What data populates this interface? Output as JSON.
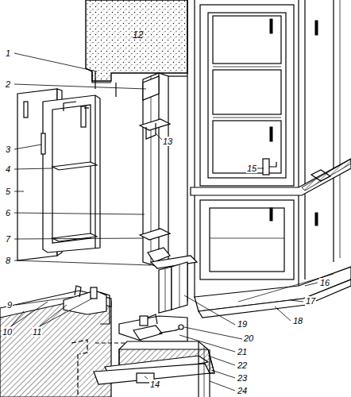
{
  "diagram": {
    "labels": [
      "1",
      "2",
      "3",
      "4",
      "5",
      "6",
      "7",
      "8",
      "9",
      "10",
      "11",
      "12",
      "13",
      "14",
      "15",
      "16",
      "17",
      "18",
      "19",
      "20",
      "21",
      "22",
      "23",
      "24"
    ]
  }
}
